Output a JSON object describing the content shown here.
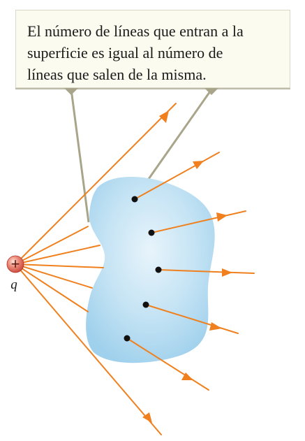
{
  "callout": {
    "line1": "El número de líneas que entran a la",
    "line2": "superficie es igual al número de",
    "line3": "líneas que salen de la misma."
  },
  "charge": {
    "symbol": "+",
    "label": "q"
  },
  "colors": {
    "field_line": "#f0801e",
    "surface_light": "#d8ecf7",
    "surface_dark": "#a8d6ee",
    "charge_fill": "#e0645a",
    "pointer_line": "#a9a58a",
    "callout_bg": "#fbfbf0"
  },
  "icons": {
    "arrowhead": "arrowhead-icon",
    "dot": "dot-marker"
  }
}
